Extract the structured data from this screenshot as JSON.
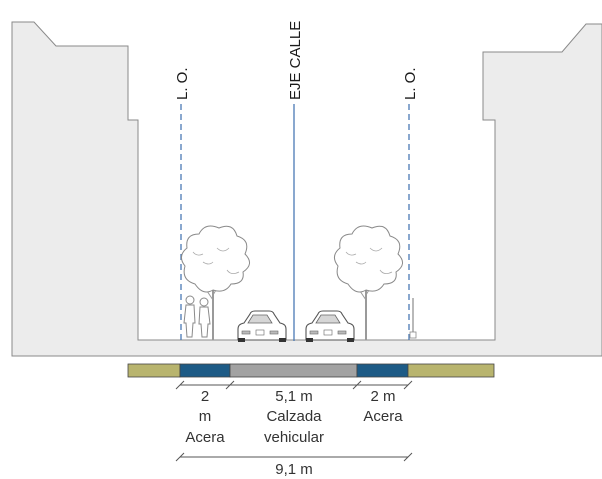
{
  "axis_labels": {
    "left_line": "L. O.",
    "center": "EJE CALLE",
    "right_line": "L. O."
  },
  "segments": {
    "left_sidewalk": {
      "width": "2",
      "unit": "m",
      "name": "Acera"
    },
    "roadway": {
      "width": "5,1 m",
      "name_line1": "Calzada",
      "name_line2": "vehicular"
    },
    "right_sidewalk": {
      "width": "2 m",
      "name": "Acera"
    }
  },
  "total_width": "9,1 m",
  "colors": {
    "building_fill": "#ececec",
    "building_stroke": "#8a8a8a",
    "dashed_line": "#4a79b5",
    "center_line": "#4a79b5",
    "strip_green": "#b8b46e",
    "strip_blue": "#1d5b86",
    "strip_gray": "#a2a2a2",
    "label_text": "#333333"
  },
  "icons": [
    "tree-icon",
    "car-icon",
    "pedestrian-icon",
    "post-icon"
  ]
}
